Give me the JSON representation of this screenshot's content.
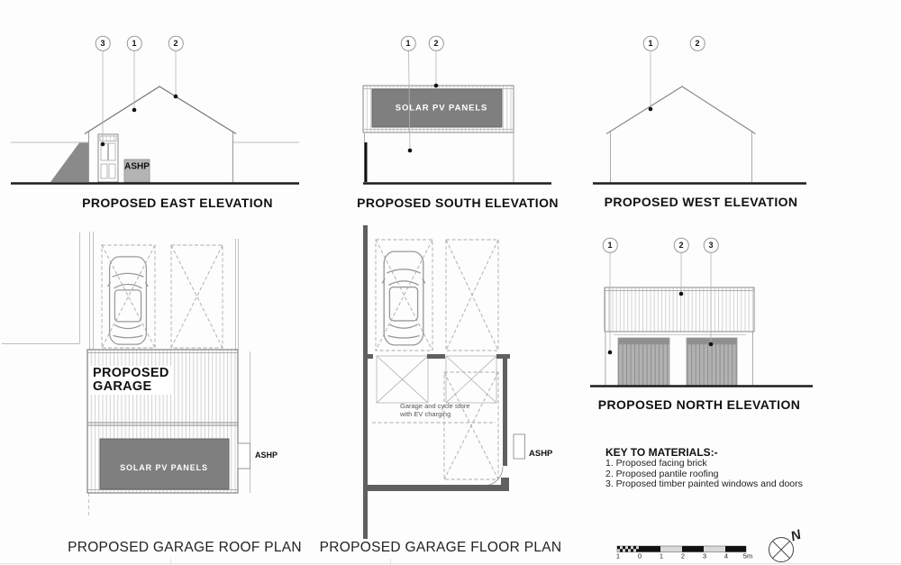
{
  "east": {
    "title": "PROPOSED  EAST ELEVATION",
    "ashp": "ASHP",
    "callouts": [
      "3",
      "1",
      "2"
    ]
  },
  "south": {
    "title": "PROPOSED  SOUTH ELEVATION",
    "pv": "SOLAR PV PANELS",
    "callouts": [
      "1",
      "2"
    ]
  },
  "west": {
    "title": "PROPOSED  WEST ELEVATION",
    "callouts": [
      "1",
      "2"
    ]
  },
  "north": {
    "title": "PROPOSED  NORTH ELEVATION",
    "callouts": [
      "1",
      "2",
      "3"
    ]
  },
  "roof_plan": {
    "title": "PROPOSED  GARAGE ROOF PLAN",
    "label_line1": "PROPOSED",
    "label_line2": "GARAGE",
    "pv": "SOLAR PV PANELS",
    "ashp": "ASHP"
  },
  "floor_plan": {
    "title": "PROPOSED  GARAGE FLOOR PLAN",
    "note_line1": "Garage and cycle store",
    "note_line2": "with EV charging",
    "ashp": "ASHP"
  },
  "key": {
    "title": "KEY TO MATERIALS:-",
    "items": [
      "1. Proposed facing brick",
      "2. Proposed pantile roofing",
      "3. Proposed timber painted windows and doors"
    ]
  },
  "scale": {
    "labels": [
      "1",
      "0",
      "1",
      "2",
      "3",
      "4",
      "5m"
    ]
  },
  "compass": {
    "label": "N"
  },
  "colors": {
    "pv_fill": "#7f7f7f",
    "ashp_fill": "#b4b4b4",
    "wall_fill": "#606060",
    "wedge_fill": "#8a8a8a"
  }
}
